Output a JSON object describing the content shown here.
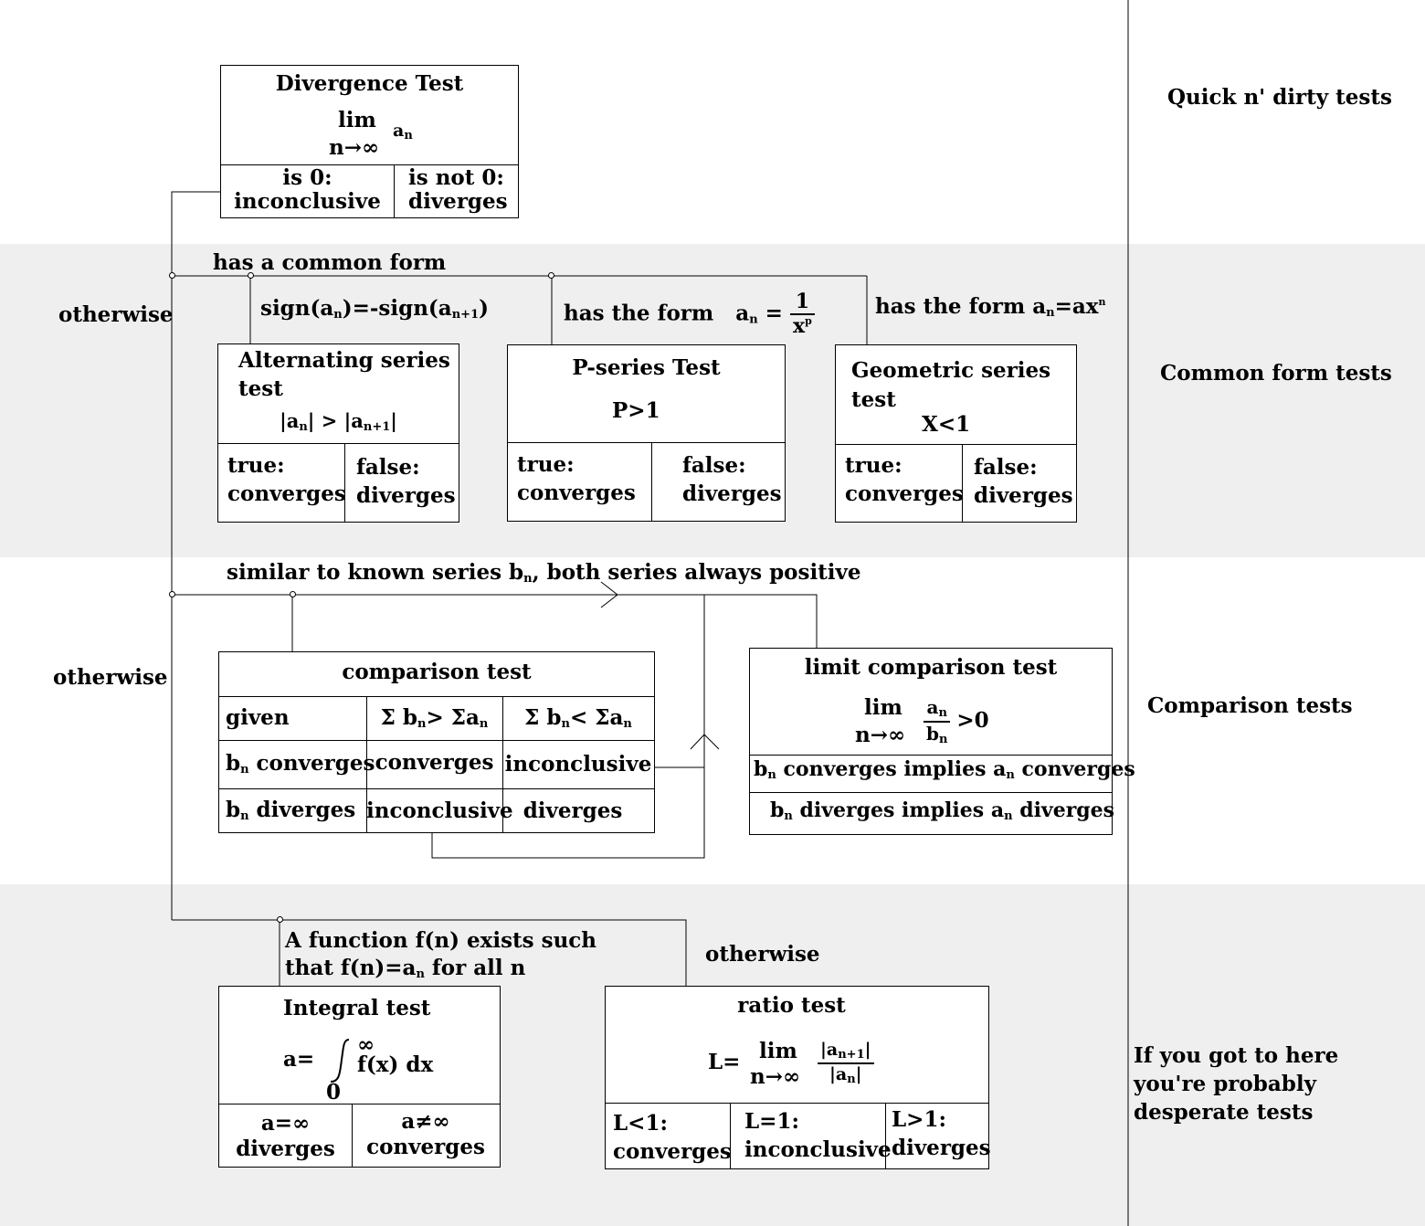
{
  "colors": {
    "band_shade": "#efefef",
    "line": "#000000"
  },
  "sections": {
    "quick": "Quick n' dirty tests",
    "common": "Common form tests",
    "comparison": "Comparison tests",
    "desperate": "If you got to here you're probably desperate tests"
  },
  "branches": {
    "otherwise_1": "otherwise",
    "otherwise_2": "otherwise",
    "otherwise_3": "otherwise",
    "common_form": "has a common form",
    "alt_condition_prefix": "sign(a",
    "alt_condition_mid": ")=-sign(a",
    "alt_condition_suffix": ")",
    "pseries_condition": "has the form",
    "geometric_condition": "has the form a",
    "similar": "similar  to known series b",
    "similar_suffix": ", both series always positive",
    "function_exists_1": "A function f(n) exists such",
    "function_exists_2": " that  f(n)=a",
    "function_exists_3": " for all n"
  },
  "sub": {
    "n": "n",
    "n1": "n+1",
    "p": "p",
    "x0": "0",
    "inf": "∞"
  },
  "divergence": {
    "title": "Divergence Test",
    "lim": "lim",
    "limit_under": "n→∞",
    "a": "a",
    "is_zero_1": "is 0:",
    "is_zero_2": "inconclusive",
    "not_zero_1": "is not 0:",
    "not_zero_2": "diverges"
  },
  "alternating": {
    "title_1": "Alternating series",
    "title_2": "test",
    "cond_a": "|a",
    "cond_mid": "| > |a",
    "cond_end": "|",
    "true_1": "true:",
    "true_2": "converges",
    "false_1": "false:",
    "false_2": "diverges"
  },
  "pseries": {
    "title": "P-series Test",
    "condition": "P>1",
    "lhs": "a",
    "eq": "=",
    "num": "1",
    "den": "x",
    "true_1": "true:",
    "true_2": "converges",
    "false_1": "false:",
    "false_2": "diverges"
  },
  "geometric": {
    "title_1": "Geometric series",
    "title_2": "test",
    "condition": "X<1",
    "form_tail": "=ax",
    "true_1": "true:",
    "true_2": "converges",
    "false_1": "false:",
    "false_2": "diverges"
  },
  "comparison": {
    "title": "comparison test",
    "header": [
      "given",
      "Σ b",
      "> Σa",
      "Σ b",
      "< Σa"
    ],
    "row1": [
      "b",
      " converges",
      "converges",
      "inconclusive"
    ],
    "row2": [
      "b",
      " diverges",
      "inconclusive",
      "diverges"
    ]
  },
  "limit_comparison": {
    "title": "limit comparison test",
    "lim": "lim",
    "limit_under": "n→∞",
    "num": "a",
    "den": "b",
    "gt": ">0",
    "row1": [
      "b",
      " converges implies a",
      " converges"
    ],
    "row2": [
      "b",
      " diverges implies a",
      " diverges"
    ]
  },
  "integral": {
    "title": "Integral test",
    "lhs": "a=",
    "integrand": "f(x) dx",
    "left_1": "a=∞",
    "left_2": "diverges",
    "right_1": "a≠∞",
    "right_2": "converges"
  },
  "ratio": {
    "title": "ratio test",
    "lhs": "L=",
    "lim": "lim",
    "limit_under": "n→∞",
    "num_a": "|a",
    "num_b": "|",
    "den_a": "|a",
    "den_b": "|",
    "c1_1": "L<1:",
    "c1_2": "converges",
    "c2_1": "L=1:",
    "c2_2": "inconclusive",
    "c3_1": "L>1:",
    "c3_2": "diverges"
  }
}
